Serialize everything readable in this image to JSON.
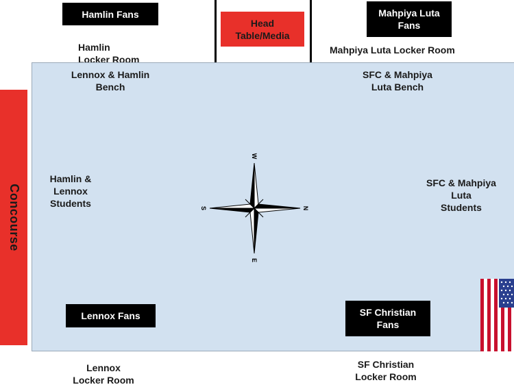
{
  "top": {
    "hamlin_fans": "Hamlin Fans",
    "hamlin_locker": "Hamlin\nLocker Room",
    "head_table": "Head\nTable/Media",
    "mahpiya_fans": "Mahpiya Luta\nFans",
    "mahpiya_locker": "Mahpiya Luta Locker Room"
  },
  "floor": {
    "lennox_hamlin_bench": "Lennox & Hamlin\nBench",
    "sfc_mahpiya_bench": "SFC & Mahpiya\nLuta Bench",
    "hamlin_lennox_students": "Hamlin &\nLennox\nStudents",
    "sfc_mahpiya_students": "SFC & Mahpiya\nLuta\nStudents",
    "lennox_fans": "Lennox Fans",
    "sfc_fans": "SF Christian\nFans"
  },
  "side": {
    "concourse": "Concourse"
  },
  "bottom": {
    "lennox_locker": "Lennox\nLocker Room",
    "sfc_locker": "SF Christian\nLocker Room"
  },
  "compass": {
    "top": "W",
    "right": "N",
    "bottom": "E",
    "left": "S"
  },
  "colors": {
    "floor": "#d2e1f0",
    "concourse": "#e8302a",
    "head_table": "#e8302a",
    "fan_box": "#000000"
  },
  "icons": {
    "flag": "us-flag-icon",
    "compass": "compass-rose-icon"
  }
}
